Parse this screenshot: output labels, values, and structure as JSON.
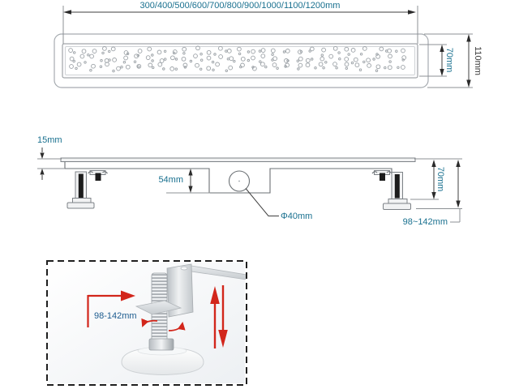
{
  "diagram": {
    "title_note": "linear shower drain dimension drawing",
    "top_view": {
      "length_options_label": "300/400/500/600/700/800/900/1000/1100/1200mm",
      "grate_width_label": "70mm",
      "overall_width_label": "110mm"
    },
    "side_view": {
      "flange_height_label": "15mm",
      "sump_depth_label": "54mm",
      "outlet_diameter_label": "Φ40mm",
      "body_height_label": "70mm",
      "installation_height_label": "98~142mm"
    },
    "inset": {
      "adjustable_range_label": "98-142mm"
    },
    "icons": {
      "red-arrow-right-icon": "adjustment direction",
      "red-arrow-up-icon": "raise foot",
      "red-arrow-down-icon": "lower foot",
      "rotation-arrows-icon": "turn to adjust"
    },
    "colors": {
      "dimension_text_teal": "#19708f",
      "dimension_text_dark": "#3c3c3c",
      "inset_text_blue": "#1d5c8f",
      "arrow_red": "#d2261b",
      "line_gray": "#6b7074"
    }
  }
}
